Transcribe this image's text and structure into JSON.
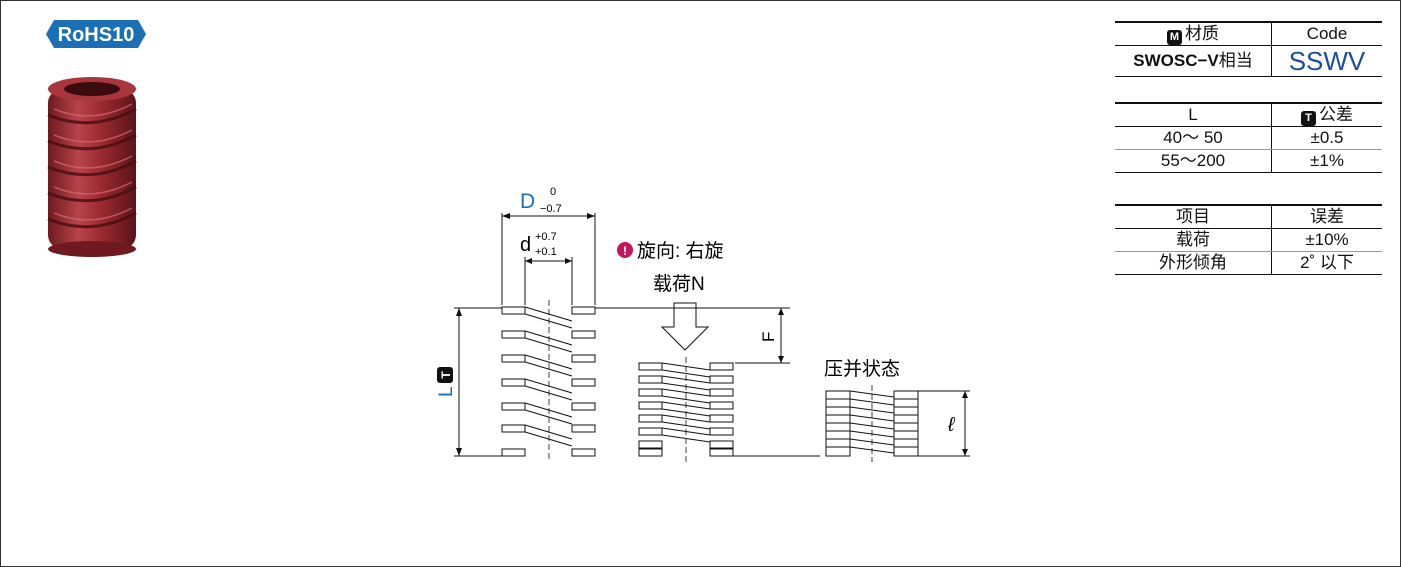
{
  "rohs_badge": "RoHS10",
  "diagram": {
    "D_label": "D",
    "D_tol_upper": "0",
    "D_tol_lower": "−0.7",
    "d_label": "d",
    "d_tol_upper": "+0.7",
    "d_tol_lower": "+0.1",
    "winding": "旋向: 右旋",
    "load": "载荷N",
    "F_label": "F",
    "L_label": "L",
    "L_badge": "T",
    "compressed": "压并状态",
    "ell_label": "ℓ"
  },
  "material_table": {
    "badge": "M",
    "header_material": "材质",
    "header_code": "Code",
    "material_bold": "SWOSC−V",
    "material_suffix": "相当",
    "code": "SSWV"
  },
  "tolerance_table": {
    "header_L": "L",
    "badge": "T",
    "header_tol": "公差",
    "rows": [
      {
        "L": "40～ 50",
        "tol": "±0.5"
      },
      {
        "L": "55～200",
        "tol": "±1%"
      }
    ]
  },
  "error_table": {
    "header_item": "项目",
    "header_error": "误差",
    "rows": [
      {
        "item": "载荷",
        "error": "±10%"
      },
      {
        "item": "外形倾角",
        "error": "2˚ 以下"
      }
    ]
  },
  "colors": {
    "accent_blue": "#1a6fb5",
    "spring_red": "#9b2a30",
    "warning_magenta": "#c2185b"
  }
}
